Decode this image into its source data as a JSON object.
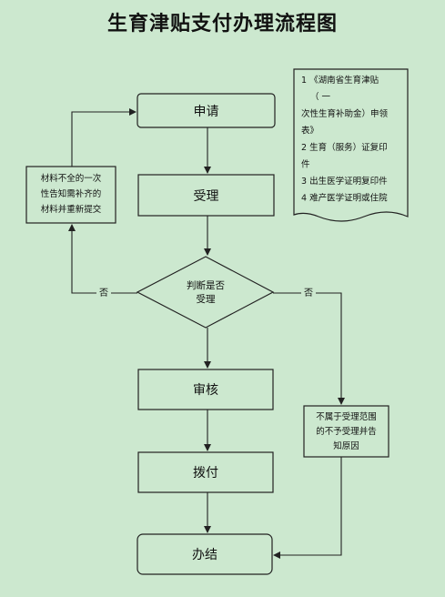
{
  "title": "生育津贴支付办理流程图",
  "colors": {
    "background": "#cce8cf",
    "stroke": "#222222",
    "box_fill": "#cce8cf"
  },
  "nodes": {
    "apply": "申请",
    "accept": "受理",
    "decision": [
      "判断是否",
      "受理"
    ],
    "review": "审核",
    "allocate": "拨付",
    "finish": "办结",
    "resubmit": [
      "材料不全的一次",
      "性告知需补齐的",
      "材料并重新提交"
    ],
    "reject": [
      "不属于受理范围",
      "的不予受理并告",
      "知原因"
    ]
  },
  "document_note": [
    "1 《湖南省生育津贴",
    "（ 一",
    "次性生育补助金）申领",
    "表》",
    "2 生育（服务）证复印",
    "件",
    "3 出生医学证明复印件",
    "4 难产医学证明或住院"
  ],
  "edge_labels": {
    "no_left": "否",
    "no_right": "否"
  }
}
